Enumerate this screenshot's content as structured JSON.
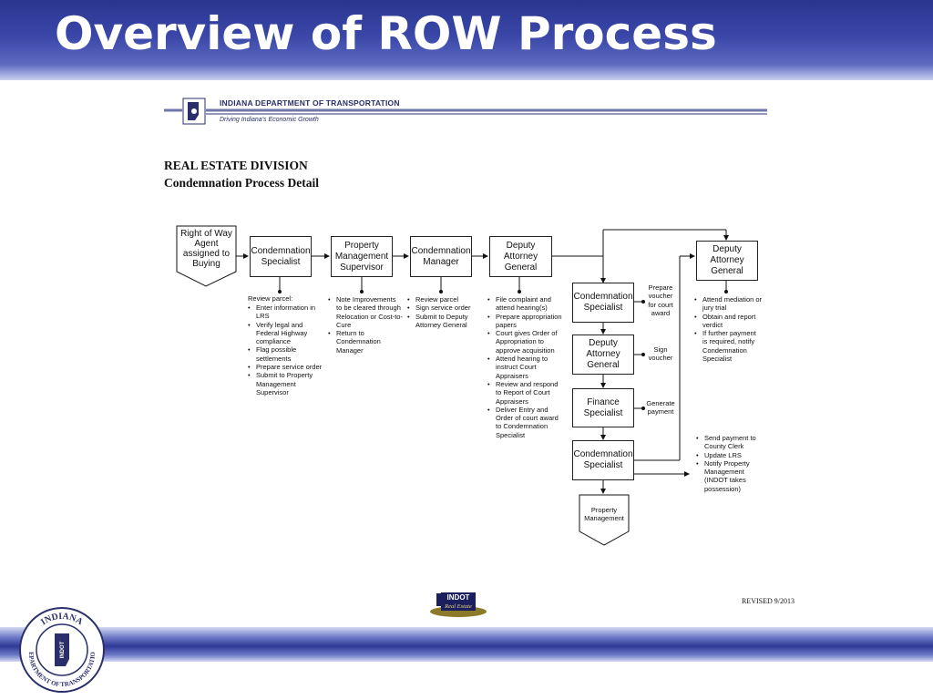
{
  "slide": {
    "title": "Overview of ROW Process"
  },
  "doc_header": {
    "agency": "INDIANA DEPARTMENT OF TRANSPORTATION",
    "tagline": "Driving Indiana's Economic Growth"
  },
  "doc_title": {
    "line1": "REAL ESTATE DIVISION",
    "line2": "Condemnation Process Detail"
  },
  "flow": {
    "start": "Right of Way Agent assigned to Buying",
    "box_cs1": "Condemnation Specialist",
    "box_pms": "Property Management Supervisor",
    "box_cm": "Condemnation Manager",
    "box_dag1": "Deputy Attorney General",
    "box_cs2": "Condemnation Specialist",
    "box_dag2": "Deputy Attorney General",
    "box_fs": "Finance Specialist",
    "box_cs3": "Condemnation Specialist",
    "box_dag3": "Deputy Attorney General",
    "end": "Property Management"
  },
  "notes": {
    "cs1_heading": "Review parcel:",
    "cs1": [
      "Enter information in LRS",
      "Verify legal and Federal Highway compliance",
      "Flag possible settlements",
      "Prepare service order",
      "Submit to Property Management Supervisor"
    ],
    "pms": [
      "Note Improvements to be cleared through Relocation or Cost-to-Cure",
      "Return to Condemnation Manager"
    ],
    "cm": [
      "Review parcel",
      "Sign service order",
      "Submit to Deputy Attorney General"
    ],
    "dag1": [
      "File complaint and attend hearing(s)",
      "Prepare appropriation papers",
      "Court gives Order of Appropriation to approve acquisition",
      "Attend hearing to instruct Court Appraisers",
      "Review and respond to Report of Court Appraisers",
      "Deliver Entry and Order of court award to Condemnation Specialist"
    ],
    "dag3": [
      "Attend mediation or jury trial",
      "Obtain and report verdict",
      "If further payment is required, notify Condemnation Specialist"
    ],
    "cs3": [
      "Send payment to County Clerk",
      "Update LRS",
      "Notify Property Management (INDOT takes possession)"
    ],
    "side_cs2": "Prepare voucher for court award",
    "side_dag2": "Sign voucher",
    "side_fs": "Generate payment"
  },
  "footer": {
    "revised": "REVISED 9/2013",
    "logo_text_1": "INDOT",
    "logo_text_2": "Real Estate",
    "seal_top": "INDIANA",
    "seal_bottom": "DEPARTMENT OF TRANSPORTATION",
    "seal_center": "INDOT"
  }
}
